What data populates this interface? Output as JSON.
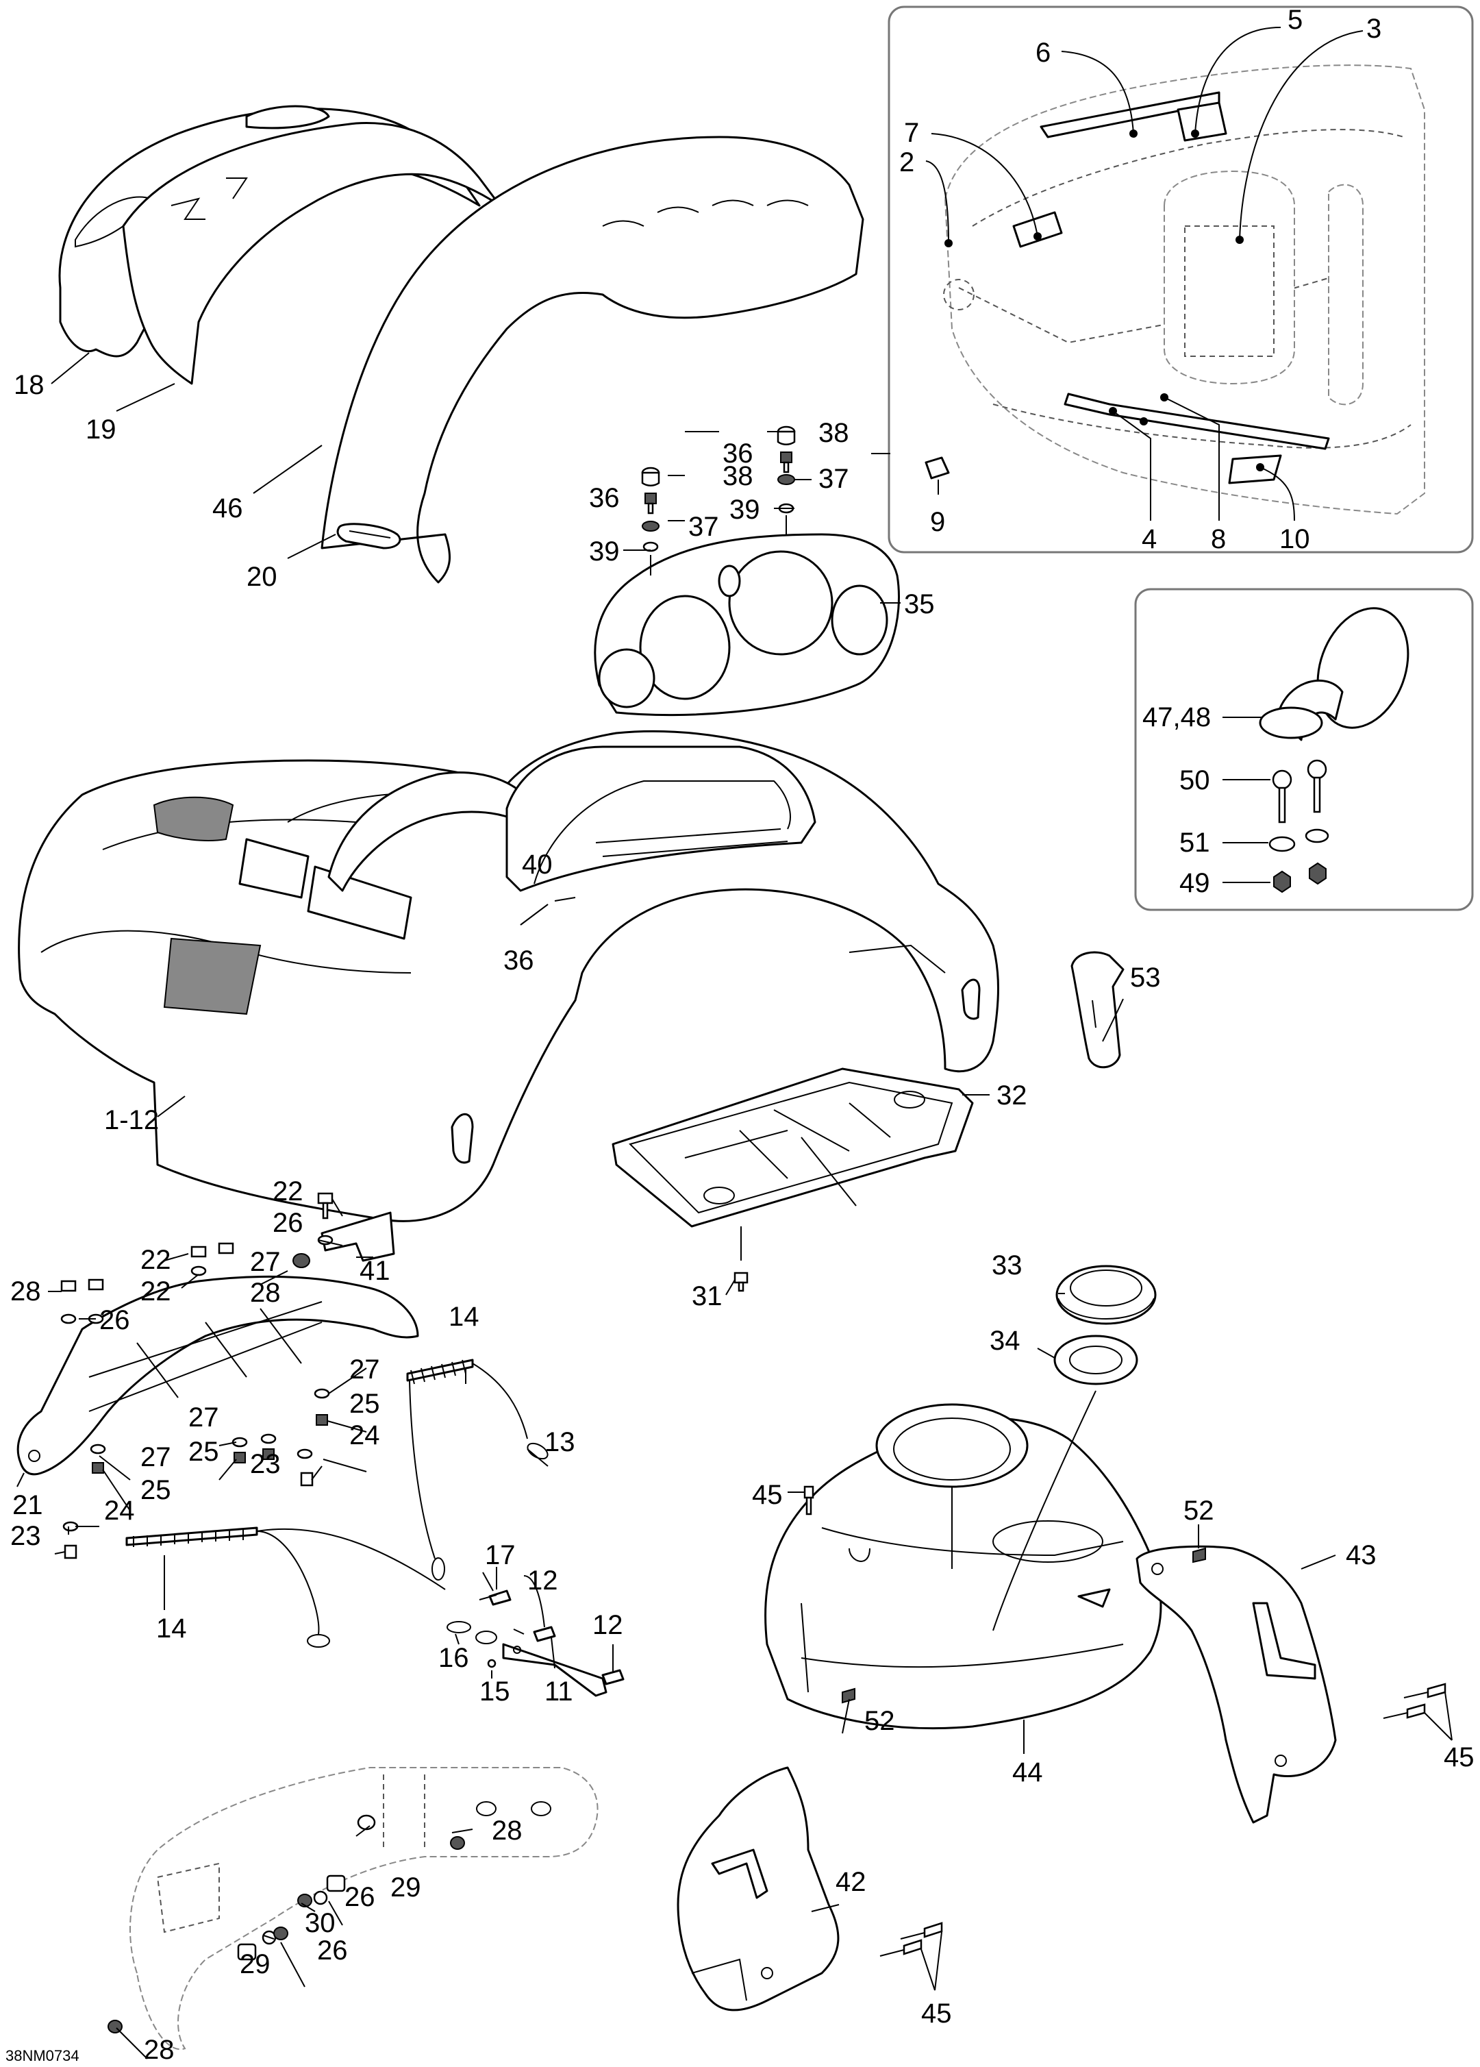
{
  "figure_code": "38NM0734",
  "callouts": {
    "c1_12": "1-12",
    "c2": "2",
    "c3": "3",
    "c4": "4",
    "c5": "5",
    "c6": "6",
    "c7": "7",
    "c8": "8",
    "c9": "9",
    "c10": "10",
    "c11": "11",
    "c12a": "12",
    "c12b": "12",
    "c13": "13",
    "c14a": "14",
    "c14b": "14",
    "c15": "15",
    "c16": "16",
    "c17": "17",
    "c18": "18",
    "c19": "19",
    "c20": "20",
    "c21": "21",
    "c22a": "22",
    "c22b": "22",
    "c22c": "22",
    "c23a": "23",
    "c23b": "23",
    "c24a": "24",
    "c24b": "24",
    "c25a": "25",
    "c25b": "25",
    "c25c": "25",
    "c26a": "26",
    "c26b": "26",
    "c26c": "26",
    "c26d": "26",
    "c27a": "27",
    "c27b": "27",
    "c27c": "27",
    "c27d": "27",
    "c28a": "28",
    "c28b": "28",
    "c28c": "28",
    "c28d": "28",
    "c29a": "29",
    "c29b": "29",
    "c30": "30",
    "c31": "31",
    "c32": "32",
    "c33": "33",
    "c34": "34",
    "c35": "35",
    "c36a": "36",
    "c36b": "36",
    "c36c": "36",
    "c37a": "37",
    "c37b": "37",
    "c38a": "38",
    "c38b": "38",
    "c39a": "39",
    "c39b": "39",
    "c40": "40",
    "c41": "41",
    "c42": "42",
    "c43": "43",
    "c44": "44",
    "c45a": "45",
    "c45b": "45",
    "c45c": "45",
    "c46": "46",
    "c47_48": "47,48",
    "c49": "49",
    "c50": "50",
    "c51": "51",
    "c52a": "52",
    "c52b": "52",
    "c53": "53"
  }
}
